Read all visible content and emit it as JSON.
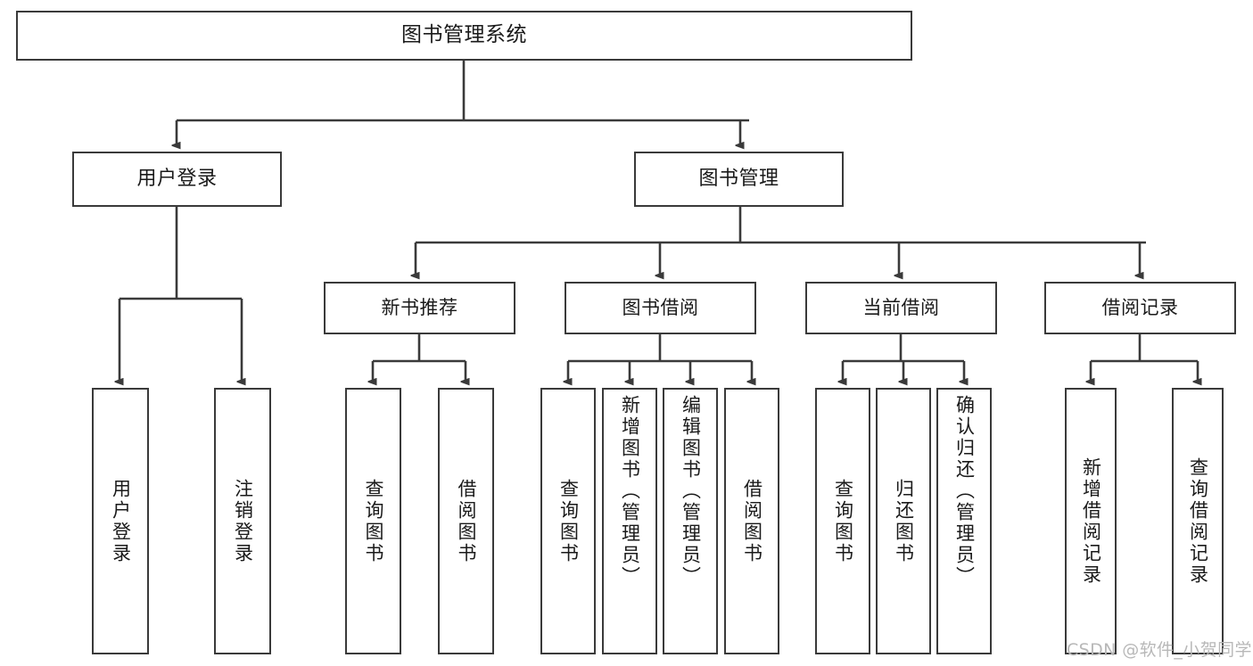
{
  "diagram": {
    "title": "图书管理系统",
    "type": "tree-hierarchy-chart",
    "line_color": "#3a3a3a",
    "box_fill": "#ffffff",
    "text_color": "#1a1a1a"
  },
  "nodes": {
    "root": {
      "label": "图书管理系统"
    },
    "tier1": [
      {
        "label": "用户登录"
      },
      {
        "label": "图书管理"
      }
    ],
    "tier2": [
      {
        "label": "新书推荐"
      },
      {
        "label": "图书借阅"
      },
      {
        "label": "当前借阅"
      },
      {
        "label": "借阅记录"
      }
    ],
    "leaves_user_login": [
      {
        "label": "用户登录"
      },
      {
        "label": "注销登录"
      }
    ],
    "leaves_new_book": [
      {
        "label": "查询图书"
      },
      {
        "label": "借阅图书"
      }
    ],
    "leaves_borrow": [
      {
        "label": "查询图书"
      },
      {
        "label": "新增图书（管理员）"
      },
      {
        "label": "编辑图书（管理员）"
      },
      {
        "label": "借阅图书"
      }
    ],
    "leaves_current": [
      {
        "label": "查询图书"
      },
      {
        "label": "归还图书"
      },
      {
        "label": "确认归还（管理员）"
      }
    ],
    "leaves_records": [
      {
        "label": "新增借阅记录"
      },
      {
        "label": "查询借阅记录"
      }
    ]
  },
  "watermark": {
    "text": "CSDN @软件_小贺同学"
  }
}
